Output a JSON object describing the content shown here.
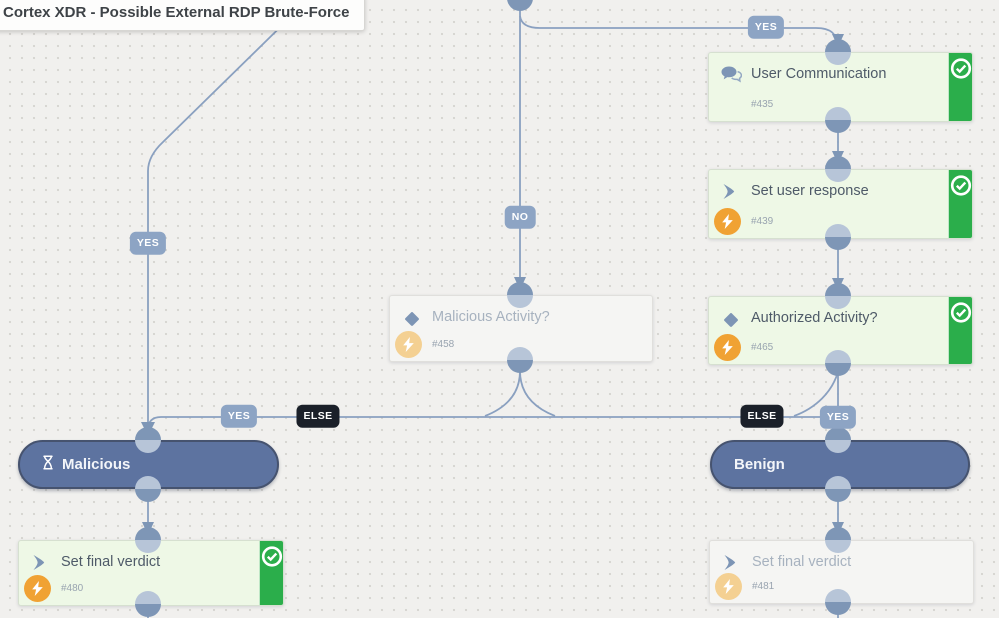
{
  "playbook": {
    "title": "Cortex XDR - Possible External RDP Brute-Force"
  },
  "nodes": {
    "user_communication": {
      "title": "User Communication",
      "task_id": "#435",
      "state": "completed",
      "icon": "chat-icon"
    },
    "set_user_response": {
      "title": "Set user response",
      "task_id": "#439",
      "state": "completed",
      "icon": "chevron-icon",
      "automation": true
    },
    "authorized_activity": {
      "title": "Authorized Activity?",
      "task_id": "#465",
      "state": "completed",
      "icon": "condition-diamond-icon",
      "automation": true
    },
    "malicious_activity": {
      "title": "Malicious Activity?",
      "task_id": "#458",
      "state": "pending",
      "icon": "condition-diamond-icon",
      "automation": true
    },
    "malicious": {
      "title": "Malicious",
      "icon": "hourglass-icon"
    },
    "benign": {
      "title": "Benign"
    },
    "set_final_verdict_left": {
      "title": "Set final verdict",
      "task_id": "#480",
      "state": "completed",
      "icon": "chevron-icon",
      "automation": true
    },
    "set_final_verdict_right": {
      "title": "Set final verdict",
      "task_id": "#481",
      "state": "pending",
      "icon": "chevron-icon",
      "automation": true
    }
  },
  "edge_labels": {
    "yes_to_user_communication": "YES",
    "no_to_malicious_activity": "NO",
    "yes_left_branch": "YES",
    "yes_on_line_left": "YES",
    "else_on_line_left": "ELSE",
    "else_on_line_right": "ELSE",
    "yes_to_benign": "YES"
  },
  "colors": {
    "canvas_bg": "#f1f0ee",
    "edge": "#8aa0c0",
    "connector": "#7e96b6",
    "completed_bg": "#eef8e6",
    "completed_bar": "#2bae4b",
    "pending_bg": "#f5f5f3",
    "automation_orange": "#f0a233",
    "badge_blue": "#8da4c4",
    "badge_else_dark": "#1b2029",
    "terminal_pill": "#5d73a0"
  }
}
